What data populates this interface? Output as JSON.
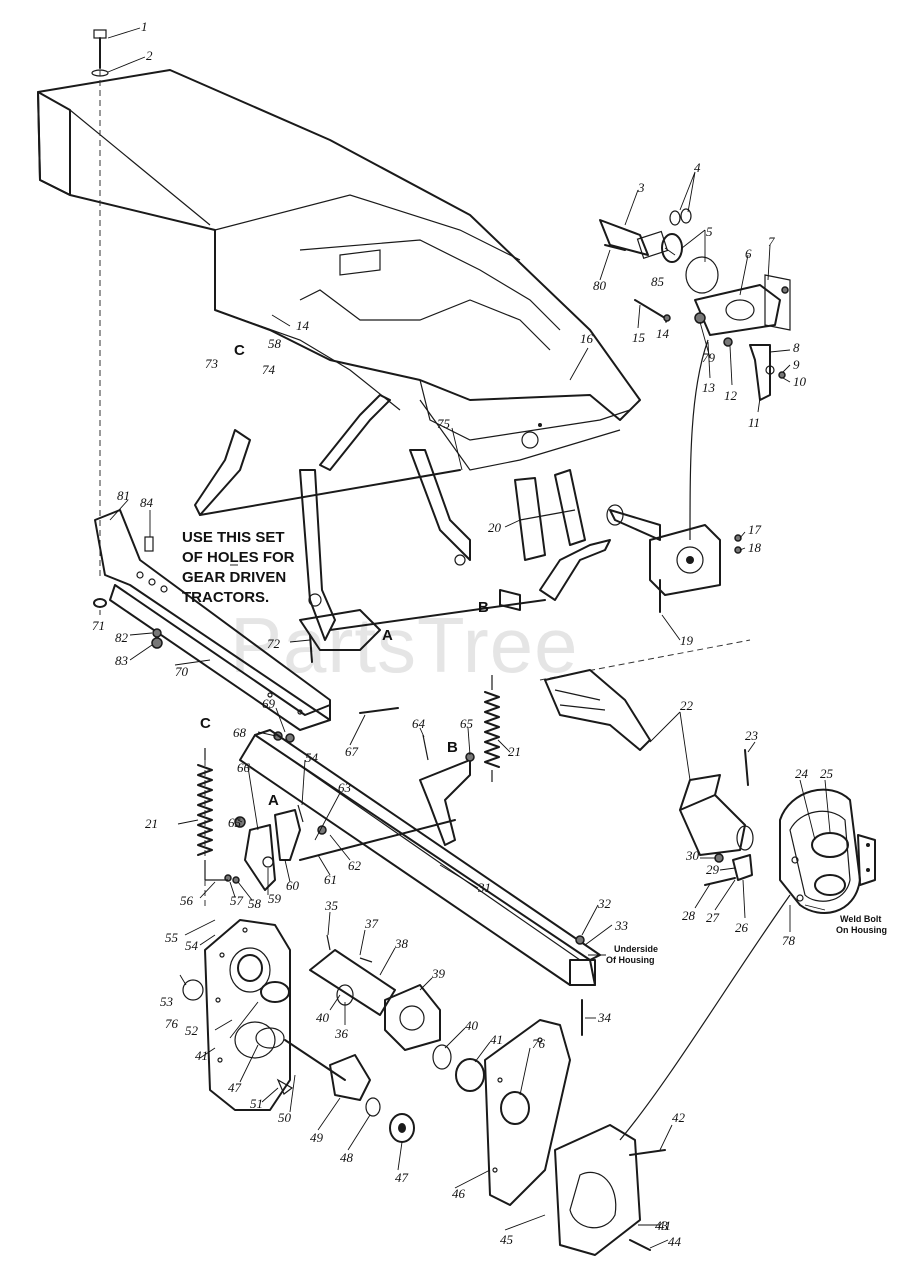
{
  "watermark": "PartsTree",
  "note_holes": [
    "USE THIS SET",
    "OF HOLES FOR",
    "GEAR DRIVEN",
    "TRACTORS."
  ],
  "note_underside": [
    "Underside",
    "Of Housing"
  ],
  "note_weld": [
    "Weld Bolt",
    "On Housing"
  ],
  "ref_letters": {
    "c_top": "C",
    "c_low": "C",
    "a_mid": "A",
    "a_low": "A",
    "b_mid": "B",
    "b_low": "B"
  },
  "callouts": {
    "n1": "1",
    "n2": "2",
    "n3": "3",
    "n4": "4",
    "n5": "5",
    "n6": "6",
    "n7": "7",
    "n8": "8",
    "n9": "9",
    "n10": "10",
    "n11": "11",
    "n12": "12",
    "n13": "13",
    "n14a": "14",
    "n14b": "14",
    "n15": "15",
    "n16": "16",
    "n17": "17",
    "n18": "18",
    "n19": "19",
    "n20": "20",
    "n21a": "21",
    "n21b": "21",
    "n22": "22",
    "n23": "23",
    "n24": "24",
    "n25": "25",
    "n26": "26",
    "n27": "27",
    "n28": "28",
    "n29": "29",
    "n30": "30",
    "n31": "31",
    "n32": "32",
    "n33": "33",
    "n34": "34",
    "n35": "35",
    "n36": "36",
    "n37": "37",
    "n38": "38",
    "n39": "39",
    "n40a": "40",
    "n40b": "40",
    "n41a": "41",
    "n41b": "41",
    "n41c": "41",
    "n42": "42",
    "n43": "43",
    "n44": "44",
    "n45": "45",
    "n46": "46",
    "n47a": "47",
    "n47b": "47",
    "n48": "48",
    "n49": "49",
    "n50": "50",
    "n51": "51",
    "n52": "52",
    "n53": "53",
    "n54a": "54",
    "n54b": "54",
    "n55": "55",
    "n56": "56",
    "n57": "57",
    "n58a": "58",
    "n58b": "58",
    "n59": "59",
    "n60": "60",
    "n61": "61",
    "n62": "62",
    "n63": "63",
    "n64": "64",
    "n65a": "65",
    "n65b": "65",
    "n66": "66",
    "n67": "67",
    "n68": "68",
    "n69": "69",
    "n70": "70",
    "n71": "71",
    "n72": "72",
    "n73": "73",
    "n74": "74",
    "n75": "75",
    "n76a": "76",
    "n76b": "76",
    "n78": "78",
    "n79": "79",
    "n80": "80",
    "n81": "81",
    "n82": "82",
    "n83": "83",
    "n84": "84",
    "n85": "85"
  }
}
